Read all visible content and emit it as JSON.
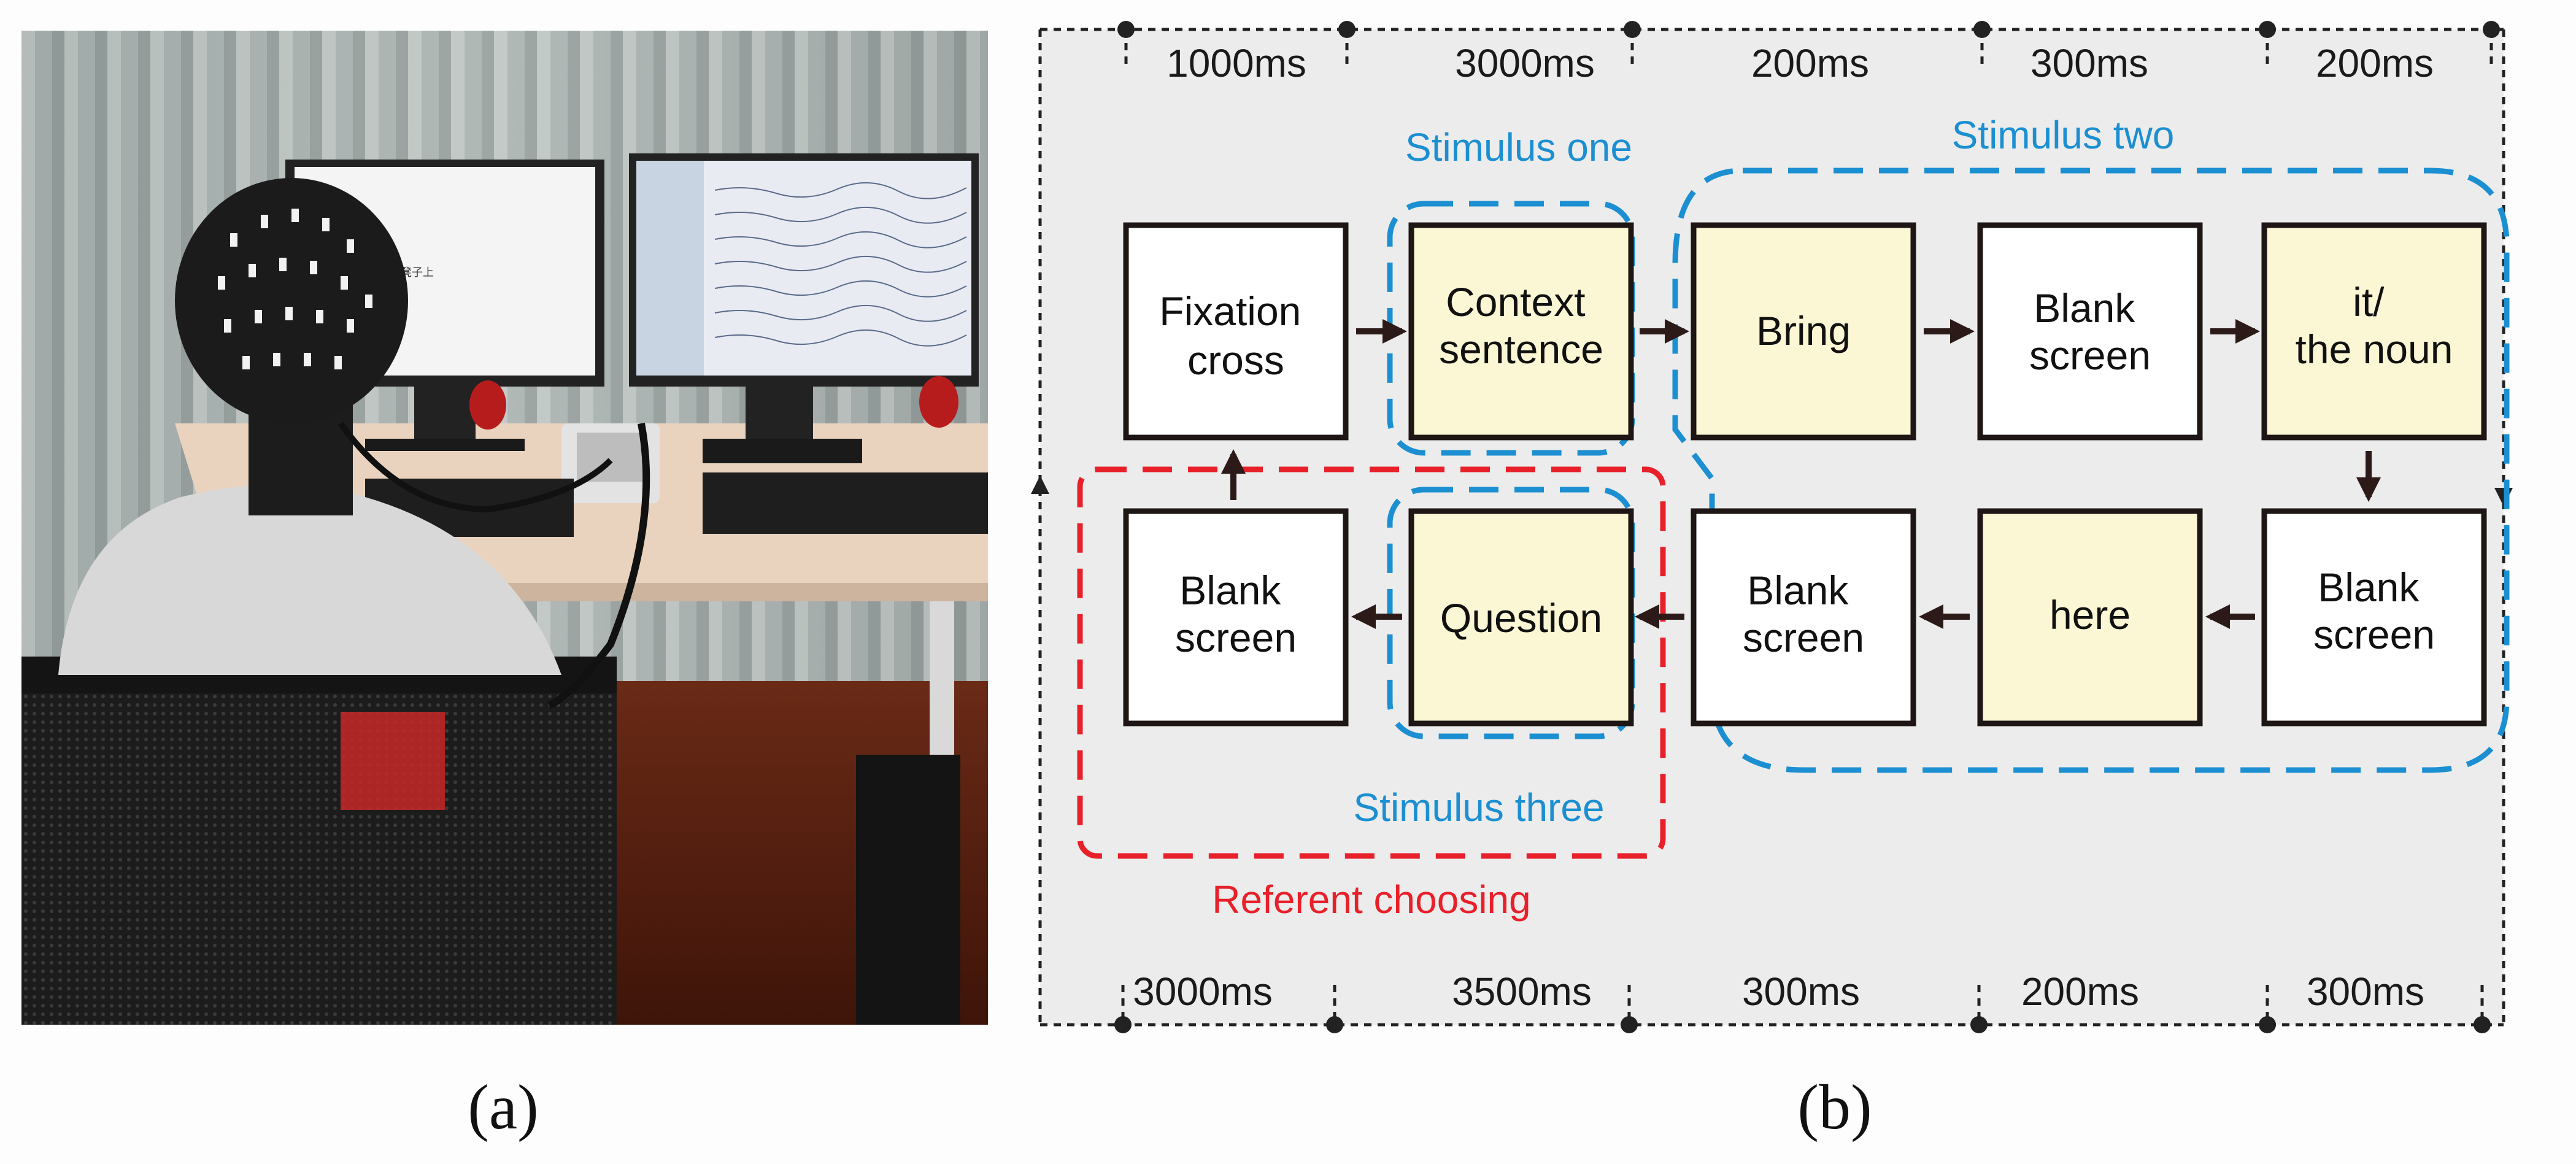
{
  "panel_a": {
    "caption": "(a)",
    "monitor_text": "在凳子上"
  },
  "panel_b": {
    "caption": "(b)",
    "top_timings": [
      "1000ms",
      "3000ms",
      "200ms",
      "300ms",
      "200ms"
    ],
    "bottom_timings": [
      "3000ms",
      "3500ms",
      "300ms",
      "200ms",
      "300ms"
    ],
    "boxes": {
      "fixation_cross": [
        "Fixation",
        "cross"
      ],
      "context_sentence": [
        "Context",
        "sentence"
      ],
      "bring": [
        "Bring"
      ],
      "blank_screen_1": [
        "Blank",
        "screen"
      ],
      "it_the_noun": [
        "it/",
        "the noun"
      ],
      "blank_screen_2": [
        "Blank",
        "screen"
      ],
      "here": [
        "here"
      ],
      "blank_screen_3": [
        "Blank",
        "screen"
      ],
      "question": [
        "Question"
      ],
      "blank_screen_4": [
        "Blank",
        "screen"
      ]
    },
    "group_labels": {
      "stimulus_one": "Stimulus one",
      "stimulus_two": "Stimulus two",
      "stimulus_three": "Stimulus three",
      "referent_choosing": "Referent choosing"
    },
    "colors": {
      "stimulus_fill": "#fbf6d3",
      "blank_fill": "#ffffff",
      "stimulus_outline": "#1b8fd1",
      "referent_outline": "#e8202a",
      "background": "#ececec"
    }
  }
}
